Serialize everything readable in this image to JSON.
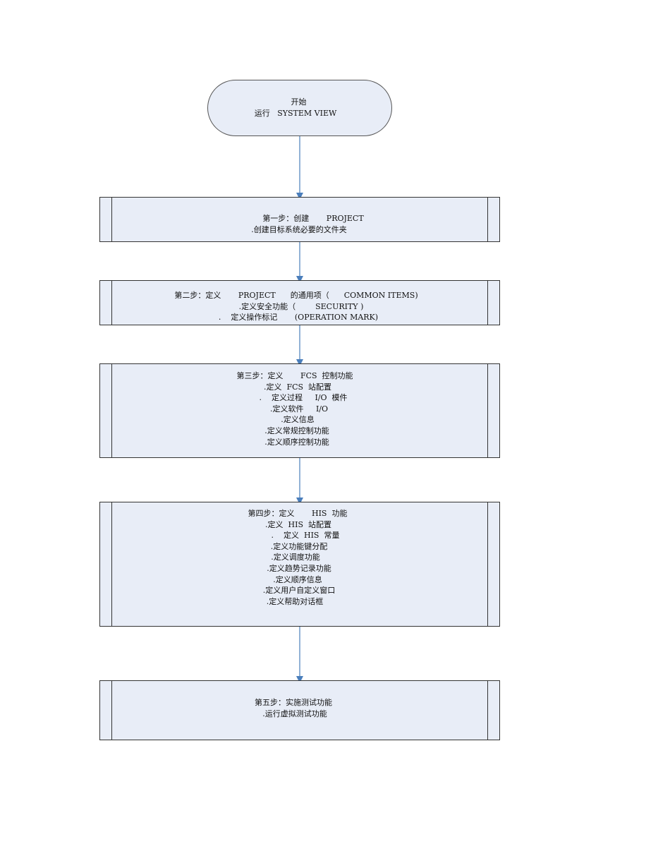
{
  "flowchart": {
    "start": {
      "lines": [
        "开始",
        "运行   SYSTEM VIEW"
      ]
    },
    "steps": [
      {
        "lines": [
          "第一步：创建       PROJECT",
          ".创建目标系统必要的文件夹"
        ]
      },
      {
        "lines": [
          "第二步：定义       PROJECT      的通用项（      COMMON ITEMS)",
          ".定义安全功能（        SECURITY )",
          ".    定义操作标记       (OPERATION MARK)"
        ]
      },
      {
        "lines": [
          "第三步：定义       FCS  控制功能",
          ".定义  FCS  站配置",
          ".    定义过程     I/O  模件",
          ".定义软件     I/O",
          ".定义信息",
          ".定义常规控制功能",
          ".定义顺序控制功能"
        ]
      },
      {
        "lines": [
          "第四步：定义       HIS  功能",
          ".定义  HIS  站配置",
          ".    定义  HIS  常量",
          ".定义功能键分配",
          ".定义调度功能",
          ".定义趋势记录功能",
          ".定义顺序信息",
          ".定义用户自定义窗口",
          ".定义帮助对话框"
        ]
      },
      {
        "lines": [
          "第五步：实施测试功能",
          ".运行虚拟测试功能"
        ]
      }
    ]
  },
  "colors": {
    "node_fill": "#e8edf7",
    "connector": "#4a7ebb"
  }
}
